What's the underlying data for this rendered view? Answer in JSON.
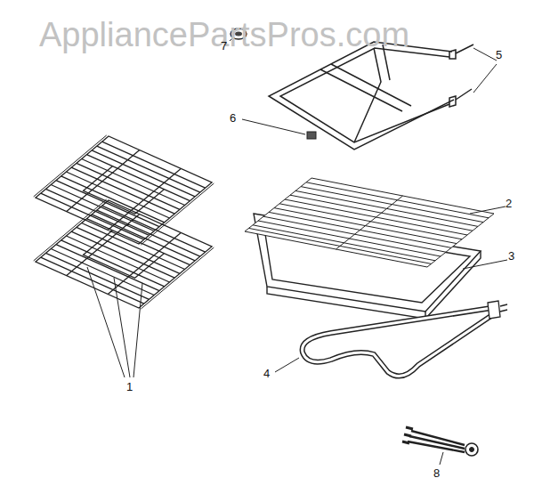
{
  "diagram": {
    "labels": [
      "AppliancePartsPros.com",
      "7",
      "5",
      "6",
      "2",
      "3",
      "1",
      "4",
      "8"
    ]
  }
}
